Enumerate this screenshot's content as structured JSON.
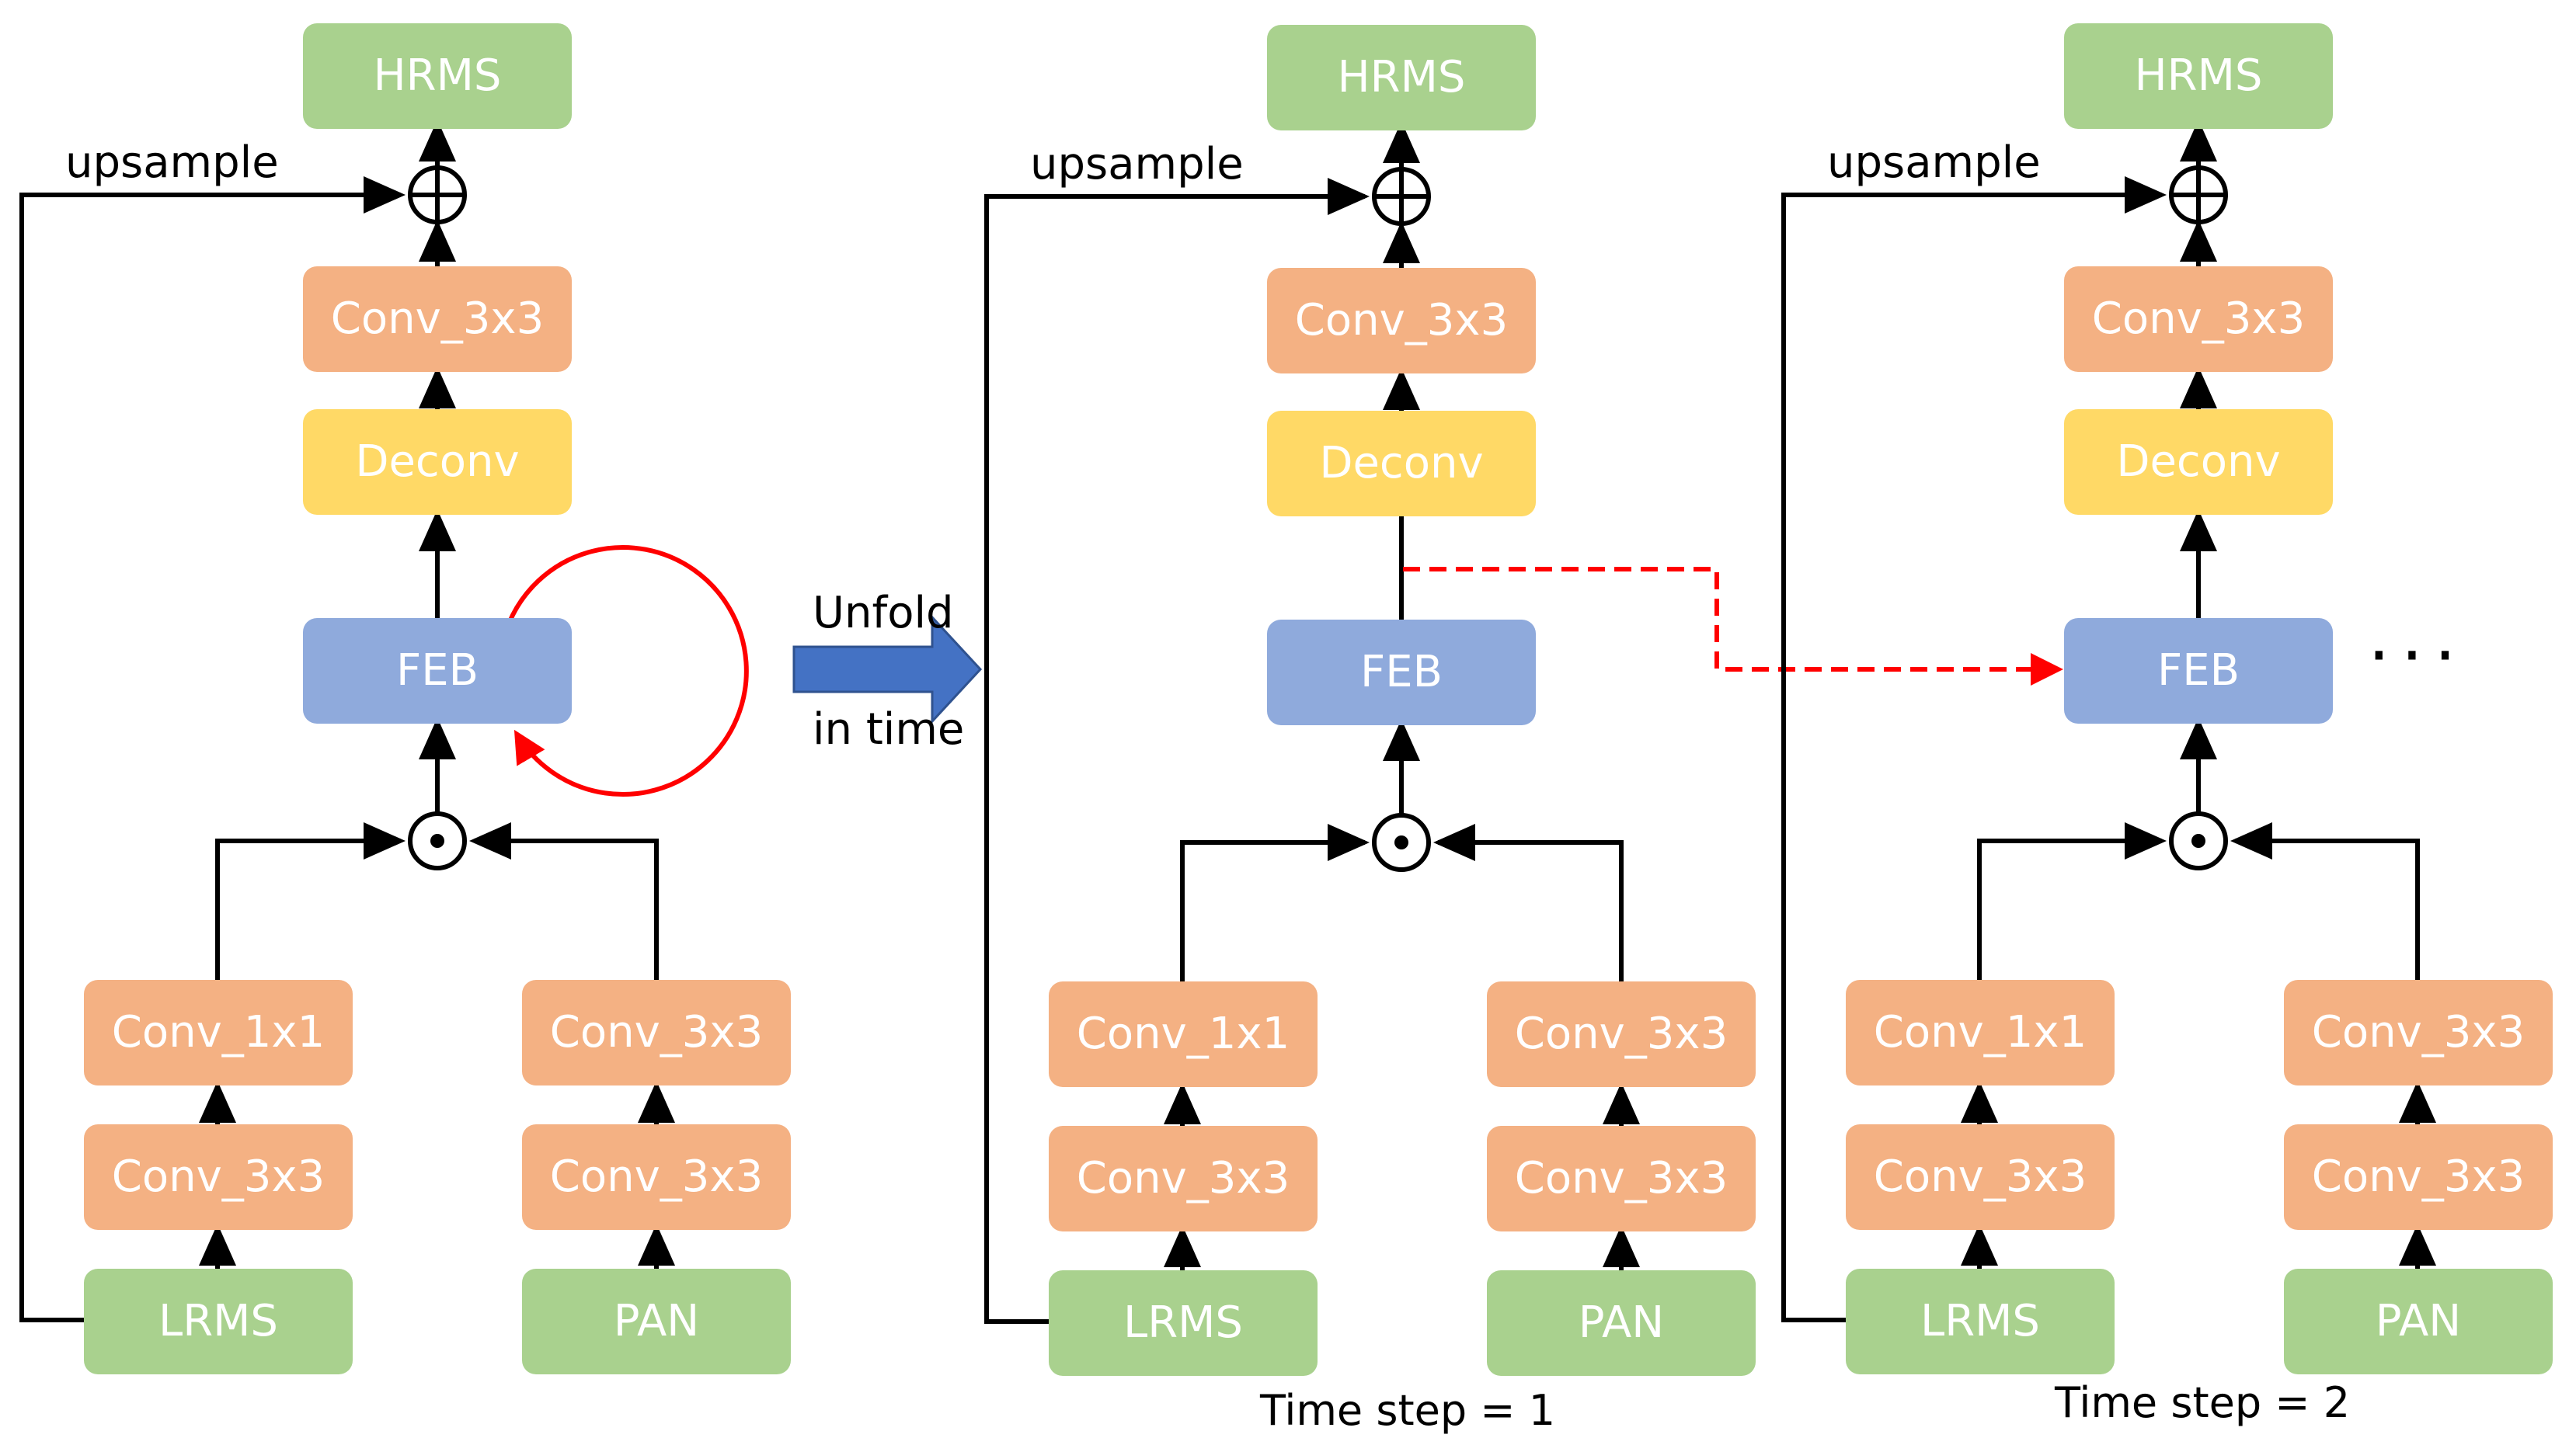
{
  "blocks": {
    "hrms": "HRMS",
    "conv3x3": "Conv_3x3",
    "deconv": "Deconv",
    "feb": "FEB",
    "conv1x1": "Conv_1x1",
    "lrms": "LRMS",
    "pan": "PAN"
  },
  "labels": {
    "upsample": "upsample",
    "unfold": "Unfold",
    "in_time": "in time",
    "time_step_1": "Time step = 1",
    "time_step_2": "Time step = 2",
    "ellipsis": "···"
  },
  "colors": {
    "input_output": "#a9d18e",
    "conv": "#f4b183",
    "deconv": "#ffd966",
    "feb": "#8faadc",
    "recurrence": "#ff0000",
    "unfold_arrow": "#4472c4"
  }
}
